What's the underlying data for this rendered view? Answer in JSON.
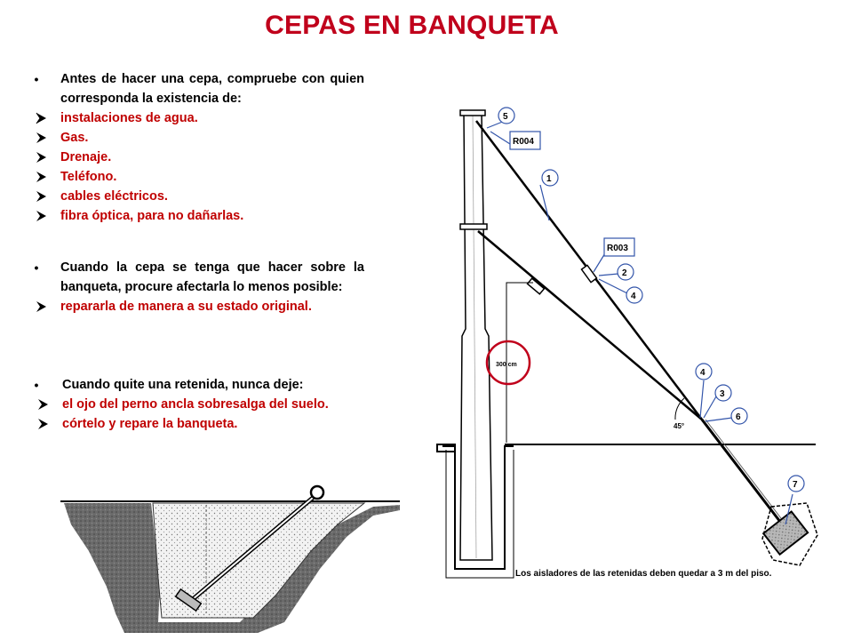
{
  "title": "CEPAS EN BANQUETA",
  "section_1": {
    "bullet": "Antes de hacer una cepa, compruebe con quien corresponda la existencia de:",
    "items": [
      "instalaciones de agua.",
      "Gas.",
      "Drenaje.",
      "Teléfono.",
      "cables eléctricos.",
      "fibra óptica, para no dañarlas."
    ]
  },
  "section_2": {
    "bullet": "Cuando la cepa se tenga que hacer sobre la banqueta, procure afectarla lo menos posible:",
    "items": [
      "repararla de manera a su estado original."
    ]
  },
  "section_3": {
    "bullet": "Cuando quite una retenida, nunca deje:",
    "items": [
      "el ojo del perno ancla sobresalga del suelo.",
      "córtelo y repare la banqueta."
    ]
  },
  "diagram": {
    "labels": {
      "n1": "1",
      "n2": "2",
      "n3": "3",
      "n4a": "4",
      "n4b": "4",
      "n5": "5",
      "n6": "6",
      "n7": "7",
      "r004": "R004",
      "r003": "R003",
      "height": "300 cm",
      "angle": "45°"
    },
    "caption": "Los aisladores de las retenidas deben quedar a 3 m del piso."
  },
  "colors": {
    "title": "#c0001b",
    "sub_items": "#c00000",
    "highlight_circle": "#c0001b",
    "callout_blue": "#3355aa"
  },
  "icons": {
    "bullet": "bullet-dot-icon",
    "sub_item": "arrow-bullet-icon"
  }
}
